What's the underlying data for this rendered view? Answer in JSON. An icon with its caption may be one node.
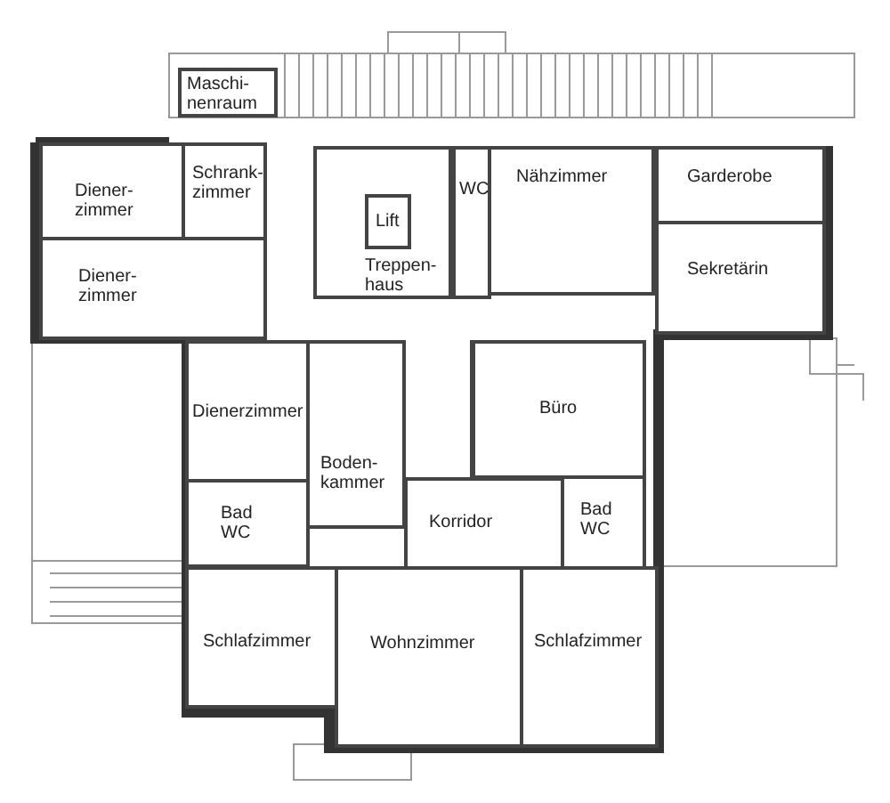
{
  "diagram": {
    "nodes": [
      {
        "text": [
          "Maschi-nenraum"
        ]
      },
      {
        "text": [
          "Diener-zimmer"
        ]
      },
      {
        "text": [
          "Schrank-zimmer"
        ]
      },
      {
        "text": [
          "Treppen-haus"
        ]
      },
      {
        "text": [
          "Lift"
        ],
        "in": 3
      },
      {
        "text": [
          "WC"
        ]
      },
      {
        "text": [
          "Nähzimmer"
        ]
      },
      {
        "text": [
          "Garderobe"
        ]
      },
      {
        "text": [
          "Diener-zimmer"
        ]
      },
      {
        "text": [
          "Sekretärin"
        ]
      },
      {
        "text": [
          "Dienerzimmer"
        ]
      },
      {
        "text": [
          "Büro"
        ]
      },
      {
        "text": [
          "Boden-kammer"
        ]
      },
      {
        "text": [
          "Bad WC"
        ]
      },
      {
        "text": [
          "Korridor"
        ]
      },
      {
        "text": [
          "Bad WC"
        ]
      },
      {
        "text": [
          "Schlafzimmer"
        ]
      },
      {
        "text": [
          "Wohnzimmer"
        ]
      },
      {
        "text": [
          "Schlafzimmer"
        ]
      }
    ]
  }
}
